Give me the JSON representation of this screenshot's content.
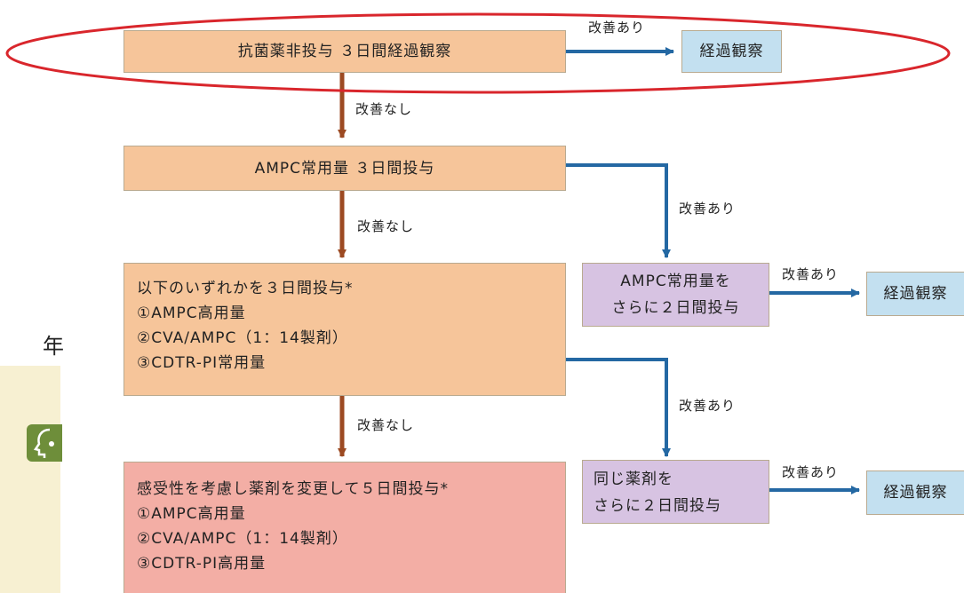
{
  "nodes": {
    "no_antibiotic": "抗菌薬非投与 ３日間経過観察",
    "observe_1": "経過観察",
    "ampc_standard": "AMPC常用量 ３日間投与",
    "second_line": [
      "以下のいずれかを３日間投与*",
      "①AMPC高用量",
      "②CVA/AMPC（1：14製剤）",
      "③CDTR-PI常用量"
    ],
    "ampc_continue": [
      "AMPC常用量を",
      "さらに２日間投与"
    ],
    "observe_2": "経過観察",
    "third_line": [
      "感受性を考慮し薬剤を変更して５日間投与*",
      "①AMPC高用量",
      "②CVA/AMPC（1：14製剤）",
      "③CDTR-PI高用量"
    ],
    "same_drug_continue": [
      "同じ薬剤を",
      "さらに２日間投与"
    ],
    "observe_3": "経過観察"
  },
  "edge_labels": {
    "improved": "改善あり",
    "not_improved": "改善なし"
  },
  "colors": {
    "step_box": "#f6c59a",
    "final_box": "#f3aea5",
    "continue_box": "#d7c3e2",
    "observe_box": "#c3e0f0",
    "arrow_no_improvement": "#9c4a22",
    "arrow_improvement": "#2468a3",
    "highlight_ellipse": "#d9262c"
  },
  "left_fragment": {
    "char": "年"
  },
  "icons": {
    "left_panel_icon": "head-profile-icon"
  }
}
